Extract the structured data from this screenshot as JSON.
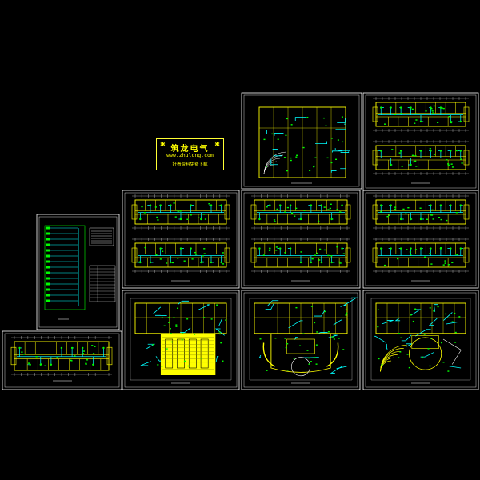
{
  "stamp": {
    "brand": "筑龙电气",
    "url": "www.zhulong.com",
    "tagline": "好看资料免费下载",
    "decoration_icon": "star-icon"
  },
  "colors": {
    "background": "#000000",
    "frame": "#ffffff",
    "wall": "#ffff00",
    "wiring": "#00ffff",
    "fixture": "#00ff00",
    "stamp": "#ffff00"
  }
}
